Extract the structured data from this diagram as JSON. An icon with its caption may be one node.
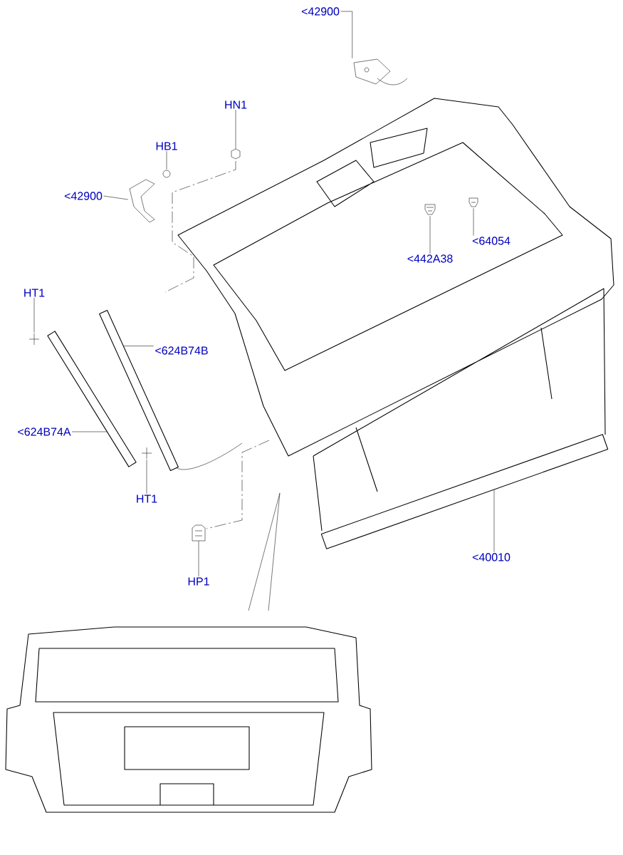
{
  "diagram": {
    "nodes": [
      {
        "text": [
          "<42900"
        ]
      },
      {
        "text": [
          "HN1"
        ]
      },
      {
        "text": [
          "HB1"
        ]
      },
      {
        "text": [
          "<42900"
        ]
      },
      {
        "text": [
          "<64054"
        ]
      },
      {
        "text": [
          "<442A38"
        ]
      },
      {
        "text": [
          "HT1"
        ]
      },
      {
        "text": [
          "<624B74B"
        ]
      },
      {
        "text": [
          "<624B74A"
        ]
      },
      {
        "text": [
          "HT1"
        ]
      },
      {
        "text": [
          "HP1"
        ]
      },
      {
        "text": [
          "<40010"
        ]
      },
      {
        "text": [],
        "shape": "picture"
      },
      {
        "text": [],
        "shape": "picture"
      },
      {
        "text": [],
        "shape": "picture"
      },
      {
        "text": [],
        "shape": "picture"
      },
      {
        "text": [],
        "shape": "picture"
      },
      {
        "text": [],
        "shape": "picture"
      },
      {
        "text": [],
        "shape": "picture"
      },
      {
        "text": [],
        "shape": "bar"
      },
      {
        "text": [],
        "shape": "bar"
      },
      {
        "text": [],
        "shape": "picture"
      },
      {
        "text": [],
        "shape": "picture"
      },
      {
        "text": [],
        "shape": "bar"
      }
    ],
    "edges": [
      {
        "from": 0,
        "to": 12,
        "arrow": "none"
      },
      {
        "from": 1,
        "to": 13,
        "arrow": "none"
      },
      {
        "from": 2,
        "to": 14,
        "arrow": "none"
      },
      {
        "from": 3,
        "to": 15,
        "arrow": "none"
      },
      {
        "from": 4,
        "to": 16,
        "arrow": "none"
      },
      {
        "from": 5,
        "to": 17,
        "arrow": "none"
      },
      {
        "from": 6,
        "to": 18,
        "arrow": "none"
      },
      {
        "from": 7,
        "to": 19,
        "arrow": "none"
      },
      {
        "from": 8,
        "to": 20,
        "arrow": "none"
      },
      {
        "from": 9,
        "to": 21,
        "arrow": "none"
      },
      {
        "from": 10,
        "to": 22,
        "arrow": "none"
      },
      {
        "from": 11,
        "to": 23,
        "arrow": "none"
      }
    ]
  }
}
